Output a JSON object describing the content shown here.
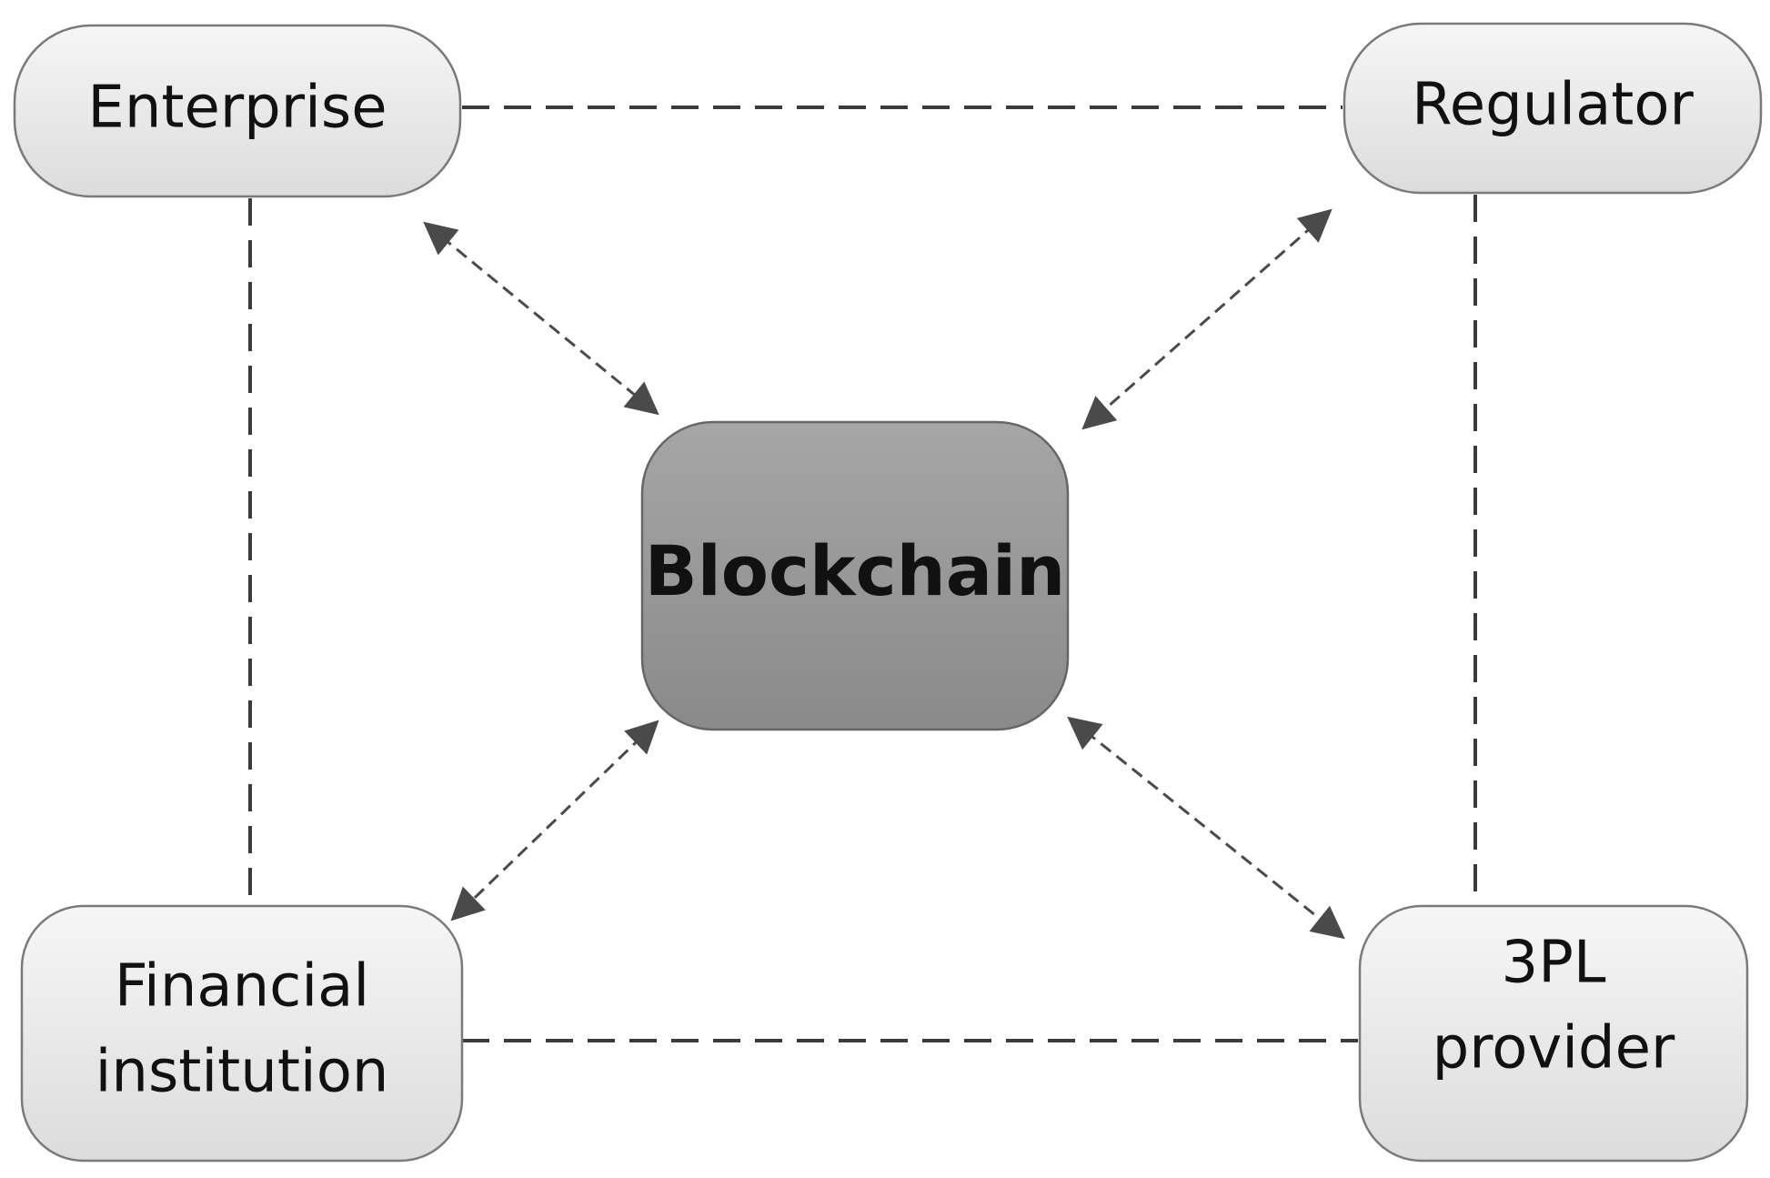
{
  "nodes": {
    "enterprise": {
      "label": "Enterprise"
    },
    "regulator": {
      "label": "Regulator"
    },
    "center": {
      "label": "Blockchain"
    },
    "financial": {
      "line1": "Financial",
      "line2": "institution"
    },
    "provider": {
      "line1": "3PL",
      "line2": "provider"
    }
  },
  "colors": {
    "node_fill_light": "#f6f6f6",
    "node_fill_dark": "#dcdcdc",
    "center_fill_light": "#a6a6a6",
    "center_fill_dark": "#8a8a8a",
    "node_border": "#7a7a7a",
    "connector": "#3a3a3a",
    "arrow": "#4a4a4a"
  }
}
